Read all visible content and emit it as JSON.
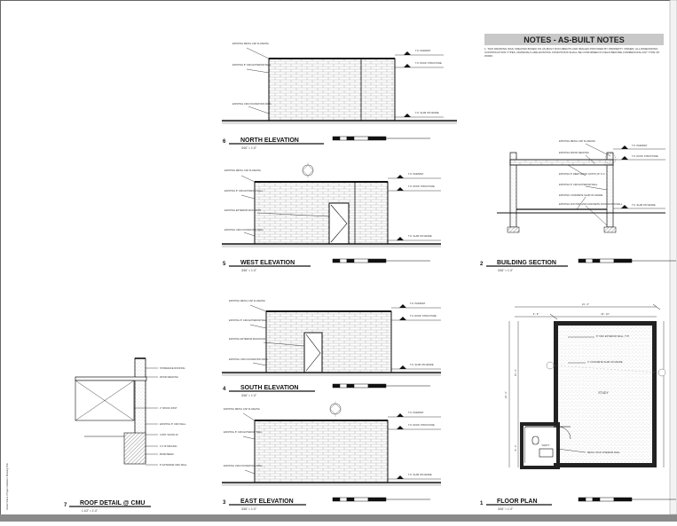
{
  "sheet": {
    "north": {
      "number": "6",
      "title": "NORTH ELEVATION",
      "scale": "3/16\" = 1'-0\"",
      "notes": [
        "EXISTING METAL CAP FLASHING",
        "EXISTING 8\" CMU EXTERIOR WALL",
        "EXISTING CMU FOUNDATION WALL"
      ],
      "levels": [
        "T.O. PARAPET",
        "T.O. ROOF STRUCTURE",
        "T.O. SLAB ON GRADE"
      ]
    },
    "west": {
      "number": "5",
      "title": "WEST ELEVATION",
      "scale": "3/16\" = 1'-0\"",
      "notes": [
        "EXISTING METAL CAP FLASHING",
        "EXISTING 8\" CMU EXTERIOR WALL",
        "EXISTING EXTERIOR MAN DOOR",
        "EXISTING CMU FOUNDATION WALL"
      ],
      "levels": [
        "T.O. PARAPET",
        "T.O. ROOF STRUCTURE",
        "T.O. SLAB ON GRADE"
      ]
    },
    "south": {
      "number": "4",
      "title": "SOUTH ELEVATION",
      "scale": "3/16\" = 1'-0\"",
      "notes": [
        "EXISTING METAL CAP FLASHING",
        "EXISTING 8\" CMU EXTERIOR WALL",
        "EXISTING EXTERIOR MAN DOOR",
        "EXISTING CMU FOUNDATION WALL"
      ],
      "levels": [
        "T.O. PARAPET",
        "T.O. ROOF STRUCTURE",
        "T.O. SLAB ON GRADE"
      ]
    },
    "east": {
      "number": "3",
      "title": "EAST ELEVATION",
      "scale": "3/16\" = 1'-0\"",
      "notes": [
        "EXISTING METAL CAP FLASHING",
        "EXISTING 8\" CMU EXTERIOR WALL",
        "EXISTING CMU FOUNDATION WALL"
      ],
      "levels": [
        "T.O. PARAPET",
        "T.O. ROOF STRUCTURE",
        "T.O. SLAB ON GRADE"
      ]
    },
    "roof_detail": {
      "number": "7",
      "title": "ROOF DETAIL @ CMU",
      "scale": "1 1/2\" = 1'-0\"",
      "notes": [
        "STOREFACE ROOFING",
        "WOOD DECKING",
        "2\" WOOD JOIST",
        "EXISTING 8\" CMU WALL",
        "CONT. WOOD 2X",
        "3.4\" Ø SPACING",
        "BOND BEAM",
        "8\" EXTERIOR CMU WALL"
      ]
    },
    "notes_block": {
      "title": "NOTES - AS-BUILT NOTES",
      "text": "1.  THIS DRAWING WAS CREATED BASED ON AS-BUILT DOCUMENTS AND IMAGES PROVIDED BY PROPERTY OWNER. ALL DIMENSIONS, CONSTRUCTION TYPES, MATERIALS ARE EXISTING CONDITIONS SHALL BE CONFIRMED IN FIELD BEFORE COMMENCING ANY TYPE OF WORK."
    },
    "section": {
      "number": "2",
      "title": "BUILDING SECTION",
      "scale": "3/16\" = 1'-0\"",
      "notes": [
        "EXISTING METAL CAP FLASHING",
        "EXISTING WOOD DECKING",
        "EXISTING 8\" DEEP WOOD JOISTS 16\" O.C.",
        "EXISTING 8\" CMU EXTERIOR WALL",
        "EXISTING CONCRETE SLAB ON GRADE",
        "EXISTING FOOTING AND CONCRETE FOUNDATION WALL"
      ],
      "levels": [
        "T.O. PARAPET",
        "T.O. ROOF STRUCTURE",
        "T.O. SLAB ON GRADE"
      ]
    },
    "plan": {
      "number": "1",
      "title": "FLOOR PLAN",
      "scale": "3/16\" = 1'-0\"",
      "notes": [
        "8\" CMU EXTERIOR WALL, TYP.",
        "4\" CONCRETE SLAB ON GRADE",
        "METAL STUD INTERIOR WALL"
      ],
      "room": "STUDY",
      "bath": "VANITY",
      "dims": [
        "21' - 6\"",
        "5' - 8\"",
        "15' - 10\"",
        "22' - 0\"",
        "15' - 0\"",
        "6' - 0\""
      ]
    },
    "side_stamp": "Owner Name / Project Address / Drawing Title"
  }
}
